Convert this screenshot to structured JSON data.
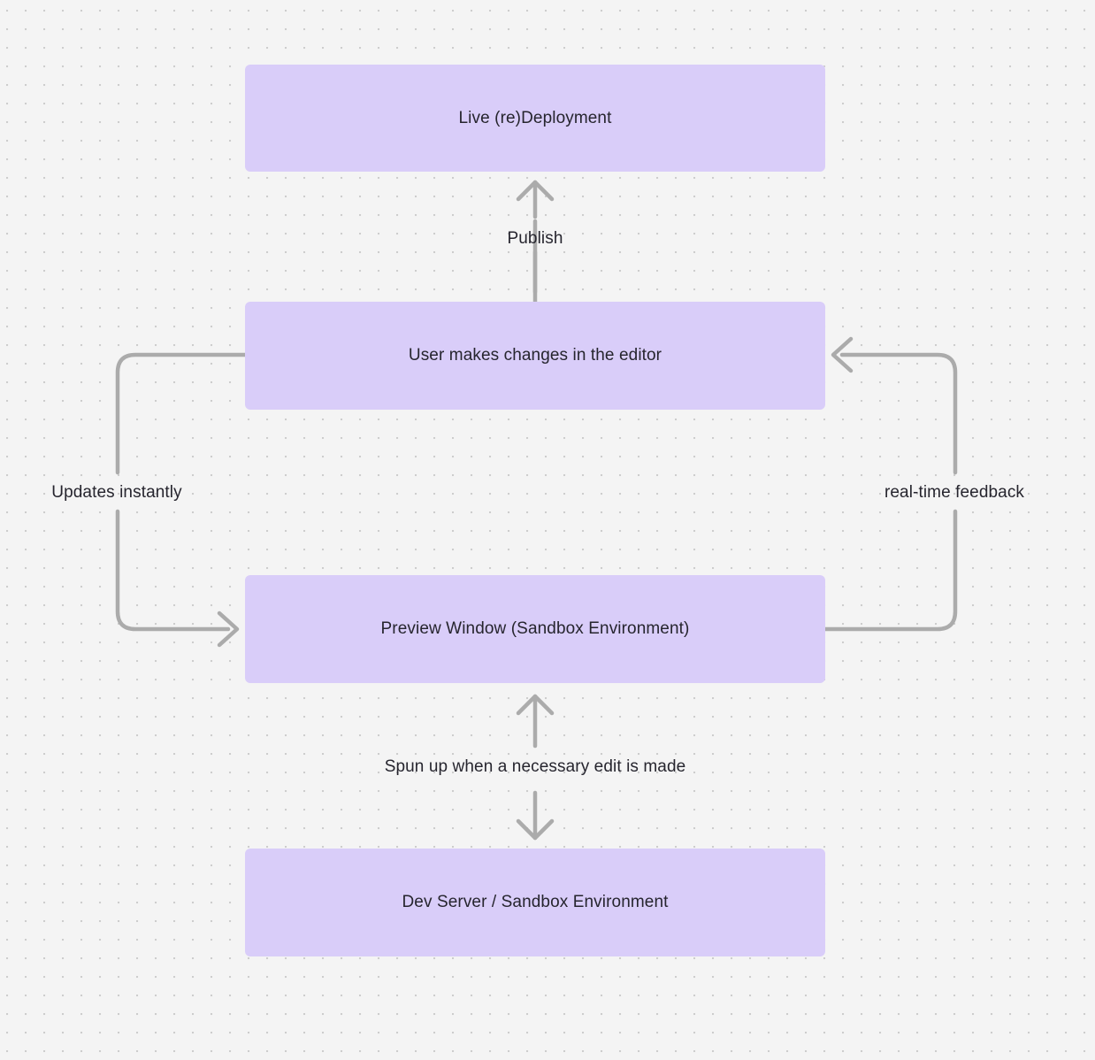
{
  "canvas": {
    "background_color": "#f4f4f4",
    "dot_color": "#cdcdcd",
    "node_fill": "#d9cdf9",
    "edge_color": "#ababab",
    "text_color": "#26252e"
  },
  "diagram": {
    "type": "flowchart",
    "nodes": [
      {
        "id": "live",
        "label": "Live (re)Deployment"
      },
      {
        "id": "user",
        "label": "User makes changes in the editor"
      },
      {
        "id": "preview",
        "label": "Preview Window (Sandbox Environment)"
      },
      {
        "id": "dev",
        "label": "Dev Server / Sandbox Environment"
      }
    ],
    "edges": [
      {
        "id": "publish",
        "from": "user",
        "to": "live",
        "label": "Publish",
        "direction": "up"
      },
      {
        "id": "updates",
        "from": "user",
        "to": "preview",
        "label": "Updates instantly",
        "direction": "left-loop-down"
      },
      {
        "id": "realtime",
        "from": "preview",
        "to": "user",
        "label": "real-time feedback",
        "direction": "right-loop-up"
      },
      {
        "id": "spun",
        "from": "preview",
        "to": "dev",
        "label": "Spun up when a necessary edit is made",
        "direction": "bidirectional-vertical"
      }
    ]
  }
}
